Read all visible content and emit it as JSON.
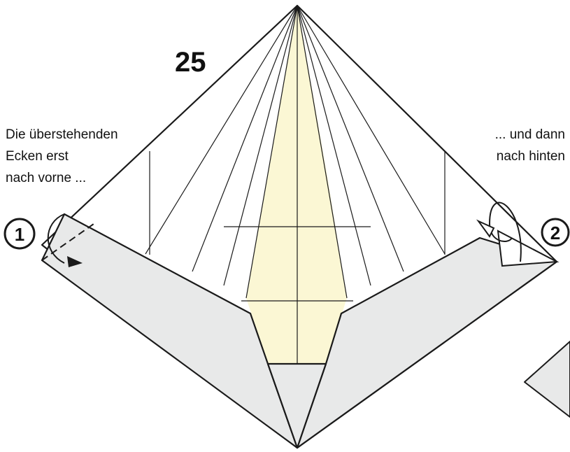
{
  "step": {
    "number": "25"
  },
  "instructions": {
    "left_line_1": "Die überstehenden",
    "left_line_2": "Ecken erst",
    "left_line_3": "nach vorne ...",
    "right_line_1": "... und dann",
    "right_line_2": "nach hinten"
  },
  "markers": {
    "first": "1",
    "second": "2"
  },
  "colors": {
    "paper_gray": "#e8e9e9",
    "paper_cream": "#fbf7d4",
    "line": "#1a1a1a",
    "background": "#ffffff"
  }
}
